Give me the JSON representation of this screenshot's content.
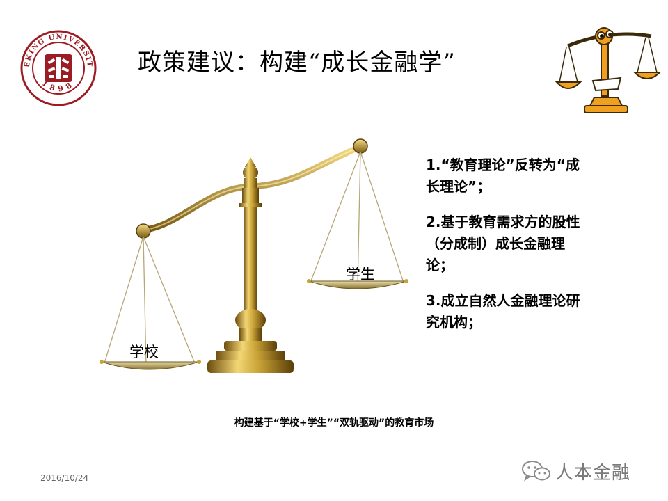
{
  "header": {
    "title": "政策建议：构建“成长金融学”",
    "logo": {
      "name": "peking-university-seal",
      "ring_text": "PEKING UNIVERSITY",
      "year": "1898",
      "color": "#9b1c23"
    }
  },
  "figure": {
    "scale_labels": {
      "right_pan": "学生",
      "left_pan": "学校"
    },
    "caption": "构建基于“学校+学生”“双轨驱动”的教育市场"
  },
  "points": [
    "1.“教育理论”反转为“成长理论”；",
    "2.基于教育需求方的股性（分成制）成长金融理论；",
    "3.成立自然人金融理论研究机构；"
  ],
  "footer": {
    "date": "2016/10/24",
    "watermark": "人本金融",
    "watermark_icon": "wechat-icon"
  },
  "colors": {
    "gold": "#c9a236",
    "gold_dark": "#7a5a12",
    "seal_red": "#9b1c23",
    "cartoon_orange": "#f0a020"
  }
}
